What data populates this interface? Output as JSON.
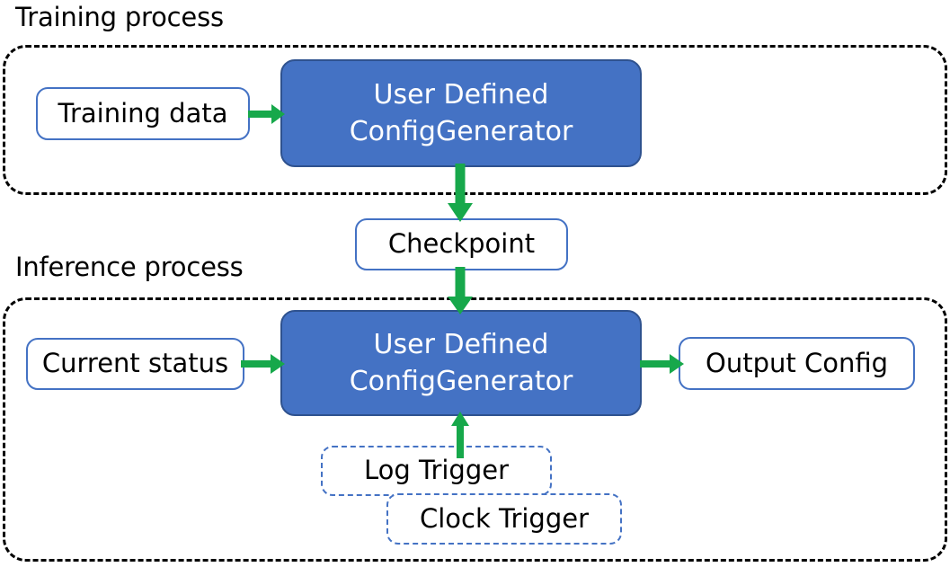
{
  "diagram": {
    "title_training": "Training process",
    "title_inference": "Inference process",
    "colors": {
      "process_fill": "#4472C4",
      "process_border": "#2F528F",
      "node_border": "#4472C4",
      "arrow_green": "#17A84B",
      "group_border": "#000000",
      "text_dark": "#000000",
      "text_light": "#FFFFFF"
    }
  },
  "training": {
    "group_label": "Training process",
    "training_data": "Training data",
    "generator_line1": "User Defined",
    "generator_line2": "ConfigGenerator"
  },
  "checkpoint": {
    "label": "Checkpoint"
  },
  "inference": {
    "group_label": "Inference process",
    "current_status": "Current status",
    "generator_line1": "User Defined",
    "generator_line2": "ConfigGenerator",
    "output_config": "Output Config",
    "log_trigger": "Log Trigger",
    "clock_trigger": "Clock Trigger"
  },
  "flows": [
    {
      "from": "Training data",
      "to": "User Defined ConfigGenerator",
      "direction": "right"
    },
    {
      "from": "User Defined ConfigGenerator",
      "to": "Checkpoint",
      "direction": "down"
    },
    {
      "from": "Checkpoint",
      "to": "User Defined ConfigGenerator",
      "direction": "down"
    },
    {
      "from": "Current status",
      "to": "User Defined ConfigGenerator",
      "direction": "right"
    },
    {
      "from": "User Defined ConfigGenerator",
      "to": "Output Config",
      "direction": "right"
    },
    {
      "from": "Log Trigger / Clock Trigger",
      "to": "User Defined ConfigGenerator",
      "direction": "up"
    }
  ]
}
